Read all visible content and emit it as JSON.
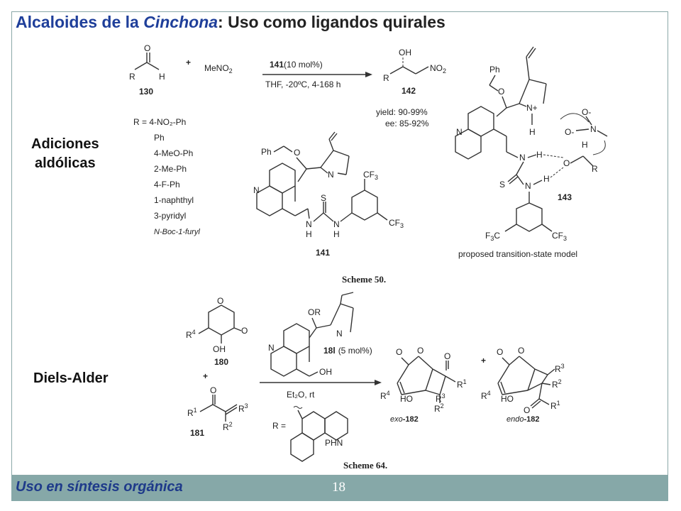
{
  "slide": {
    "title": {
      "part1": "Alcaloides de la ",
      "part2": "Cinchona",
      "part3": ": Uso como ligandos quirales"
    },
    "labels": {
      "aldol_line1": "Adiciones",
      "aldol_line2": "aldólicas",
      "diels_alder": "Diels-Alder"
    },
    "footer": {
      "text": "Uso en síntesis orgánica",
      "page_number": "18"
    }
  },
  "scheme50": {
    "caption": "Scheme 50.",
    "aldehyde_O": "O",
    "aldehyde_R": "R",
    "aldehyde_H": "H",
    "aldehyde_num": "130",
    "plus": "+",
    "nitromethane": "MeNO",
    "nitromethane_sub": "2",
    "conditions_top_cat": "141",
    "conditions_top": "(10 mol%)",
    "conditions_bottom": "THF, -20ºC, 4-168 h",
    "product_OH": "OH",
    "product_R": "R",
    "product_NO2": "NO",
    "product_NO2_sub": "2",
    "product_num": "142",
    "yield": "yield: 90-99%",
    "ee": "ee: 85-92%",
    "substituents": [
      "R = 4-NO₂-Ph",
      "Ph",
      "4-MeO-Ph",
      "2-Me-Ph",
      "4-F-Ph",
      "1-naphthyl",
      "3-pyridyl",
      "N-Boc-1-furyl"
    ],
    "catalyst_num": "141",
    "catalyst_labels": {
      "Ph": "Ph",
      "O": "O",
      "N": "N",
      "S": "S",
      "NH": "N",
      "H": "H",
      "CF3": "CF",
      "CF3_sub": "3"
    },
    "ts_num": "143",
    "ts_caption": "proposed transition-state model",
    "ts_labels": {
      "Ph": "Ph",
      "O": "O",
      "N": "N",
      "Nplus": "N+",
      "H": "H",
      "Ominus": "O-",
      "NO": "N",
      "S": "S",
      "R": "R",
      "F3C": "F",
      "F3C_sub": "3",
      "F3C_C": "C",
      "CF3": "CF",
      "CF3_sub": "3"
    }
  },
  "scheme64": {
    "caption": "Scheme 64.",
    "pyrone_O": "O",
    "pyrone_R4": "R",
    "pyrone_R4_sup": "4",
    "pyrone_OH": "OH",
    "pyrone_num": "180",
    "plus1": "+",
    "enone_R1": "R",
    "enone_R1_sup": "1",
    "enone_R2": "R",
    "enone_R2_sup": "2",
    "enone_R3": "R",
    "enone_R3_sup": "3",
    "enone_O": "O",
    "enone_num": "181",
    "catalyst_OR": "OR",
    "catalyst_num": "18l",
    "catalyst_loading": "(5 mol%)",
    "catalyst_OH": "OH",
    "conditions": "Et₂O, rt",
    "R_eq": "R =",
    "phn": "PHN",
    "exo_label": "exo",
    "exo_num": "-182",
    "endo_label": "endo",
    "endo_num": "-182",
    "plus2": "+",
    "HO": "HO"
  }
}
